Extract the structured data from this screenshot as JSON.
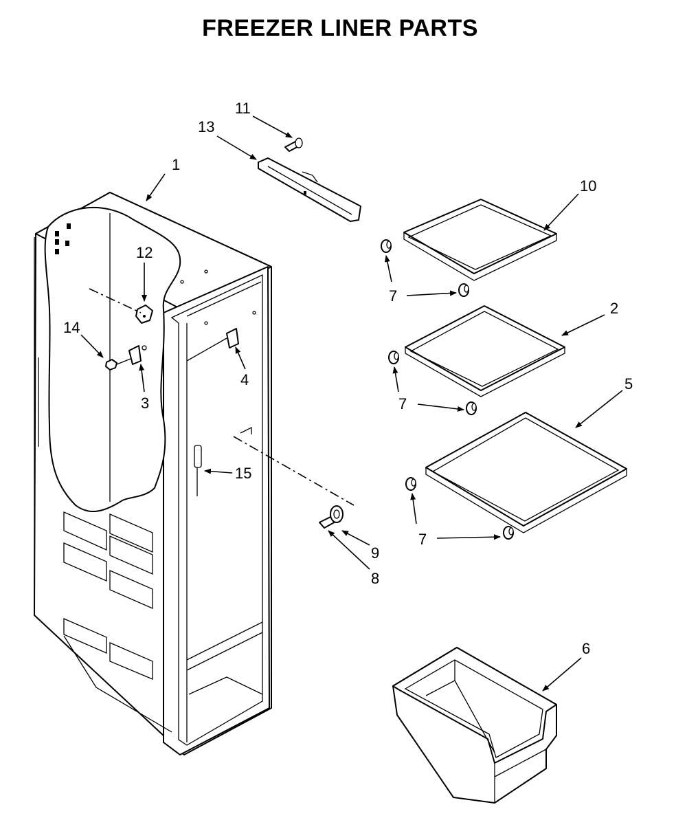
{
  "title": "FREEZER LINER PARTS",
  "callouts": [
    "1",
    "2",
    "3",
    "4",
    "5",
    "6",
    "7",
    "7",
    "7",
    "8",
    "9",
    "10",
    "11",
    "12",
    "13",
    "14",
    "15"
  ]
}
